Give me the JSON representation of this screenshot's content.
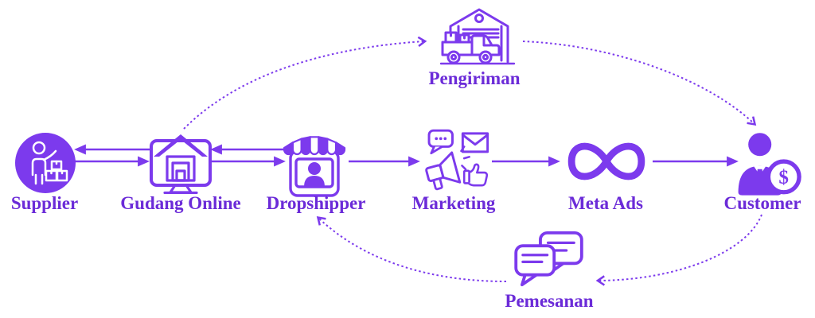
{
  "colors": {
    "accent": "#7C3AED",
    "label": "#6B2BD8",
    "background": "#FFFFFF"
  },
  "nodes": {
    "supplier": {
      "label": "Supplier",
      "icon": "supplier-person-with-boxes-icon"
    },
    "gudang_online": {
      "label": "Gudang Online",
      "icon": "warehouse-on-monitor-icon"
    },
    "dropshipper": {
      "label": "Dropshipper",
      "icon": "online-store-icon"
    },
    "marketing": {
      "label": "Marketing",
      "icon": "megaphone-promotion-icon"
    },
    "meta_ads": {
      "label": "Meta Ads",
      "icon": "meta-logo-icon"
    },
    "customer": {
      "label": "Customer",
      "icon": "businessman-with-dollar-coin-icon"
    },
    "pengiriman": {
      "label": "Pengiriman",
      "icon": "warehouse-delivery-truck-icon"
    },
    "pemesanan": {
      "label": "Pemesanan",
      "icon": "chat-bubbles-icon"
    }
  },
  "edges": [
    {
      "from": "Gudang Online",
      "to": "Supplier",
      "style": "solid-arrow"
    },
    {
      "from": "Supplier",
      "to": "Gudang Online",
      "style": "solid-arrow"
    },
    {
      "from": "Dropshipper",
      "to": "Gudang Online",
      "style": "solid-arrow"
    },
    {
      "from": "Gudang Online",
      "to": "Dropshipper",
      "style": "solid-arrow"
    },
    {
      "from": "Dropshipper",
      "to": "Marketing",
      "style": "solid-arrow"
    },
    {
      "from": "Marketing",
      "to": "Meta Ads",
      "style": "solid-arrow"
    },
    {
      "from": "Meta Ads",
      "to": "Customer",
      "style": "solid-arrow"
    },
    {
      "from": "Gudang Online",
      "to": "Pengiriman",
      "style": "dotted-arrow"
    },
    {
      "from": "Pengiriman",
      "to": "Customer",
      "style": "dotted-arrow"
    },
    {
      "from": "Customer",
      "to": "Pemesanan",
      "style": "dotted-arrow"
    },
    {
      "from": "Pemesanan",
      "to": "Dropshipper",
      "style": "dotted-arrow"
    }
  ]
}
